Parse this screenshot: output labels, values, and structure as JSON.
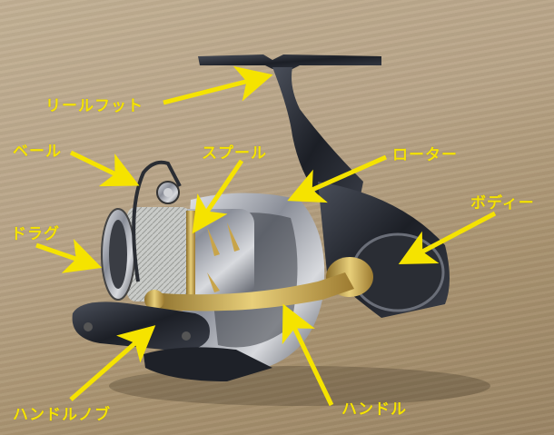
{
  "image": {
    "subject": "spinning fishing reel on wooden surface",
    "label_color": "#f5e300"
  },
  "labels": [
    {
      "id": "reel-foot",
      "text": "リールフット"
    },
    {
      "id": "bail",
      "text": "ベール"
    },
    {
      "id": "spool",
      "text": "スプール"
    },
    {
      "id": "rotor",
      "text": "ローター"
    },
    {
      "id": "drag",
      "text": "ドラグ"
    },
    {
      "id": "body",
      "text": "ボディー"
    },
    {
      "id": "handle-knob",
      "text": "ハンドルノブ"
    },
    {
      "id": "handle",
      "text": "ハンドル"
    }
  ]
}
